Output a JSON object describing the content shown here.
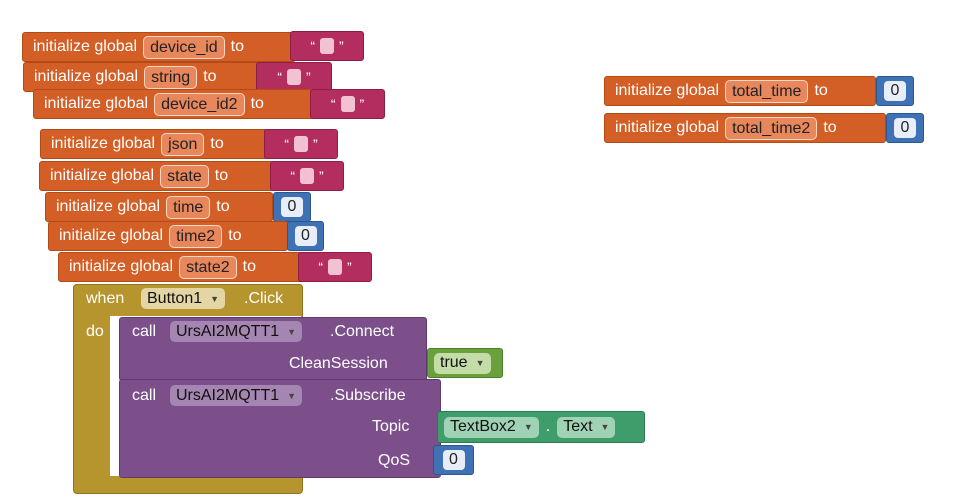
{
  "labels": {
    "init_kw": "initialize global",
    "to_kw": "to",
    "when_kw": "when",
    "do_kw": "do",
    "call_kw": "call"
  },
  "globals": [
    {
      "name": "device_id",
      "value_type": "string"
    },
    {
      "name": "string",
      "value_type": "string"
    },
    {
      "name": "device_id2",
      "value_type": "string"
    },
    {
      "name": "json",
      "value_type": "string"
    },
    {
      "name": "state",
      "value_type": "string"
    },
    {
      "name": "time",
      "value_type": "number",
      "value": "0"
    },
    {
      "name": "time2",
      "value_type": "number",
      "value": "0"
    },
    {
      "name": "state2",
      "value_type": "string"
    },
    {
      "name": "total_time",
      "value_type": "number",
      "value": "0"
    },
    {
      "name": "total_time2",
      "value_type": "number",
      "value": "0"
    }
  ],
  "quote_open": "“",
  "quote_close": "”",
  "event": {
    "component": "Button1",
    "event_name": ".Click"
  },
  "calls": [
    {
      "component": "UrsAI2MQTT1",
      "method": ".Connect",
      "params": [
        {
          "name": "CleanSession",
          "value": "true"
        }
      ]
    },
    {
      "component": "UrsAI2MQTT1",
      "method": ".Subscribe",
      "params": [
        {
          "name": "Topic",
          "component": "TextBox2",
          "dot": ".",
          "property": "Text"
        },
        {
          "name": "QoS",
          "value": "0"
        }
      ]
    }
  ],
  "colors": {
    "variable_block": "#d35f26",
    "text_block": "#b32d5e",
    "math_block": "#3f71b5",
    "event_block": "#b7952e",
    "call_block": "#7c4f8b",
    "logic_block": "#6aa13c",
    "component_getter": "#3f9c6b"
  }
}
